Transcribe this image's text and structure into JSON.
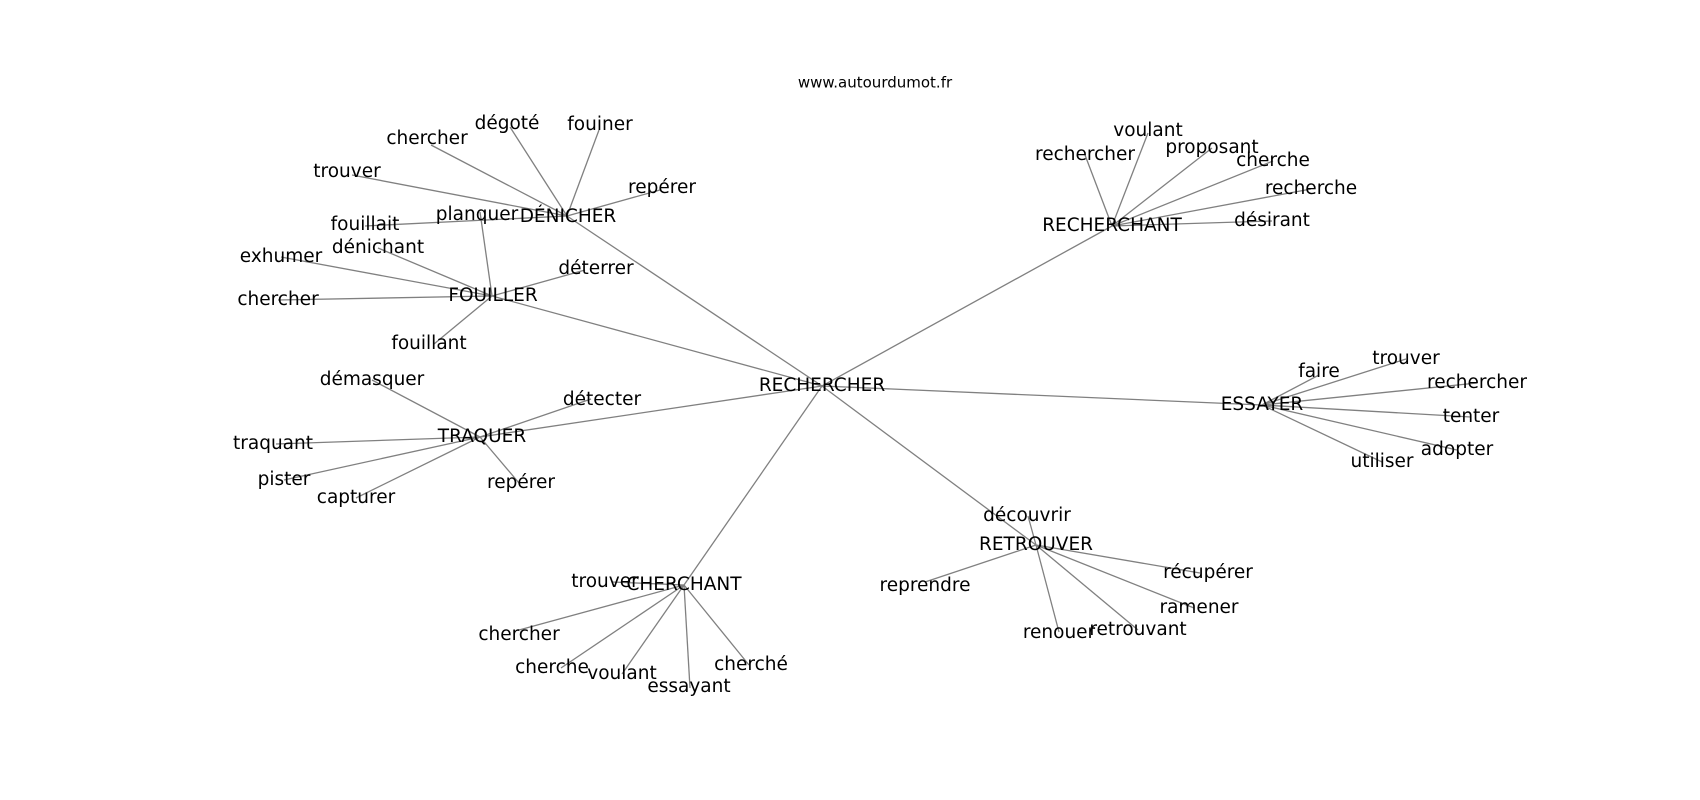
{
  "site": "www.autourdumot.fr",
  "nodes": {
    "center": "RECHERCHER",
    "denicher": "DÉNICHER",
    "fouiller": "FOUILLER",
    "traquer": "TRAQUER",
    "cherchant": "CHERCHANT",
    "retrouver": "RETROUVER",
    "essayer": "ESSAYER",
    "recherchant": "RECHERCHANT",
    "den_chercher": "chercher",
    "den_degote": "dégoté",
    "den_fouiner": "fouiner",
    "den_reperer": "repérer",
    "den_trouver": "trouver",
    "den_planquer": "planquer",
    "den_fouillait": "fouillait",
    "fou_denichant": "dénichant",
    "fou_exhumer": "exhumer",
    "fou_chercher": "chercher",
    "fou_fouillant": "fouillant",
    "fou_deterrer": "déterrer",
    "tra_demasquer": "démasquer",
    "tra_detecter": "détecter",
    "tra_traquant": "traquant",
    "tra_pister": "pister",
    "tra_capturer": "capturer",
    "tra_reperer": "repérer",
    "cha_trouver": "trouver",
    "cha_chercher": "chercher",
    "cha_cherche": "cherche",
    "cha_voulant": "voulant",
    "cha_essayant": "essayant",
    "cha_cherche2": "cherché",
    "ret_decouvrir": "découvrir",
    "ret_reprendre": "reprendre",
    "ret_recuperer": "récupérer",
    "ret_ramener": "ramener",
    "ret_retrouvant": "retrouvant",
    "ret_renouer": "renouer",
    "ess_faire": "faire",
    "ess_trouver": "trouver",
    "ess_rechercher": "rechercher",
    "ess_tenter": "tenter",
    "ess_adopter": "adopter",
    "ess_utiliser": "utiliser",
    "rec_voulant": "voulant",
    "rec_rechercher": "rechercher",
    "rec_proposant": "proposant",
    "rec_cherche": "cherche",
    "rec_recherche": "recherche",
    "rec_desirant": "désirant"
  }
}
